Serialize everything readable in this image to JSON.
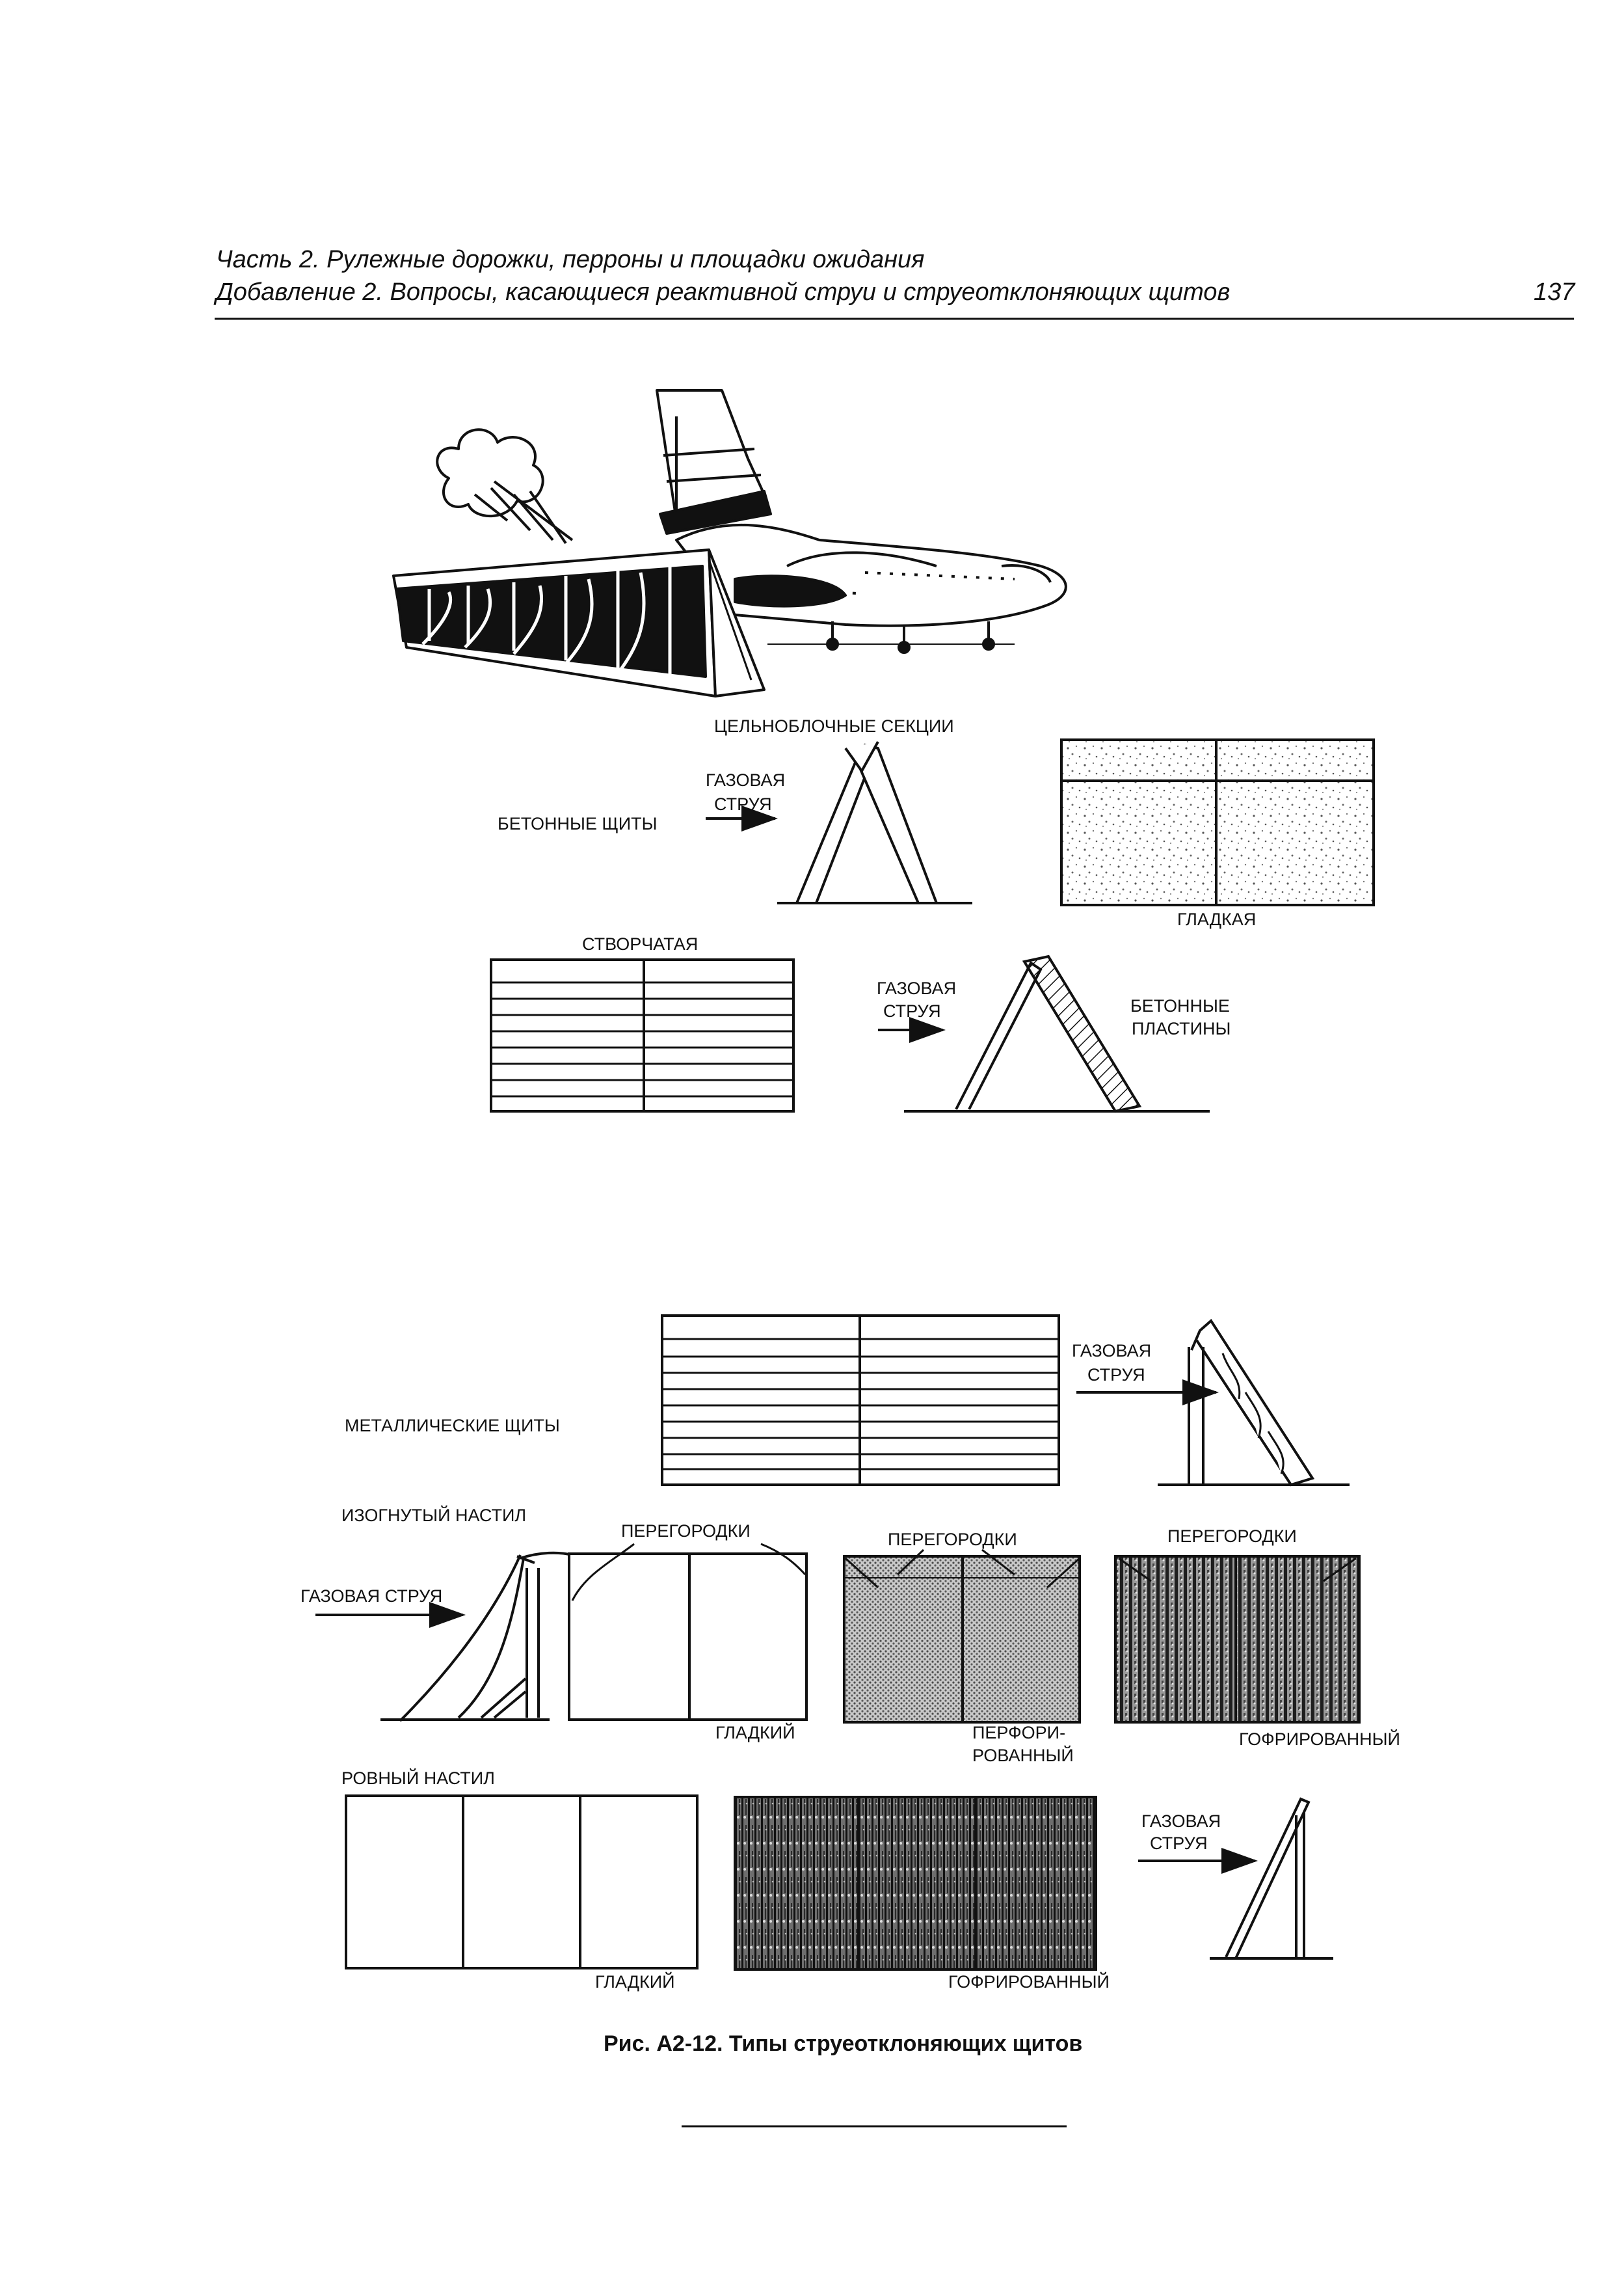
{
  "header": {
    "line1": "Часть 2. Рулежные дорожки, перроны и площадки ожидания",
    "line2": "Добавление 2. Вопросы, касающиеся реактивной струи и струеотклоняющих щитов",
    "page_number": "137"
  },
  "figure": {
    "labels": {
      "solid_sections": "ЦЕЛЬНОБЛОЧНЫЕ СЕКЦИИ",
      "gas_jet": "ГАЗОВАЯ",
      "jet": "СТРУЯ",
      "concrete_shields": "БЕТОННЫЕ ЩИТЫ",
      "smooth_f": "ГЛАДКАЯ",
      "louvered": "СТВОРЧАТАЯ",
      "concrete": "БЕТОННЫЕ",
      "slabs": "ПЛАСТИНЫ",
      "metal_shields": "МЕТАЛЛИЧЕСКИЕ ЩИТЫ",
      "curved_deck": "ИЗОГНУТЫЙ НАСТИЛ",
      "partitions": "ПЕРЕГОРОДКИ",
      "gas_jet_full": "ГАЗОВАЯ СТРУЯ",
      "smooth_m": "ГЛАДКИЙ",
      "perforated_1": "ПЕРФОРИ-",
      "perforated_2": "РОВАННЫЙ",
      "corrugated": "ГОФРИРОВАННЫЙ",
      "flat_deck": "РОВНЫЙ НАСТИЛ"
    },
    "caption": "Рис. А2-12. Типы струеотклоняющих щитов"
  }
}
